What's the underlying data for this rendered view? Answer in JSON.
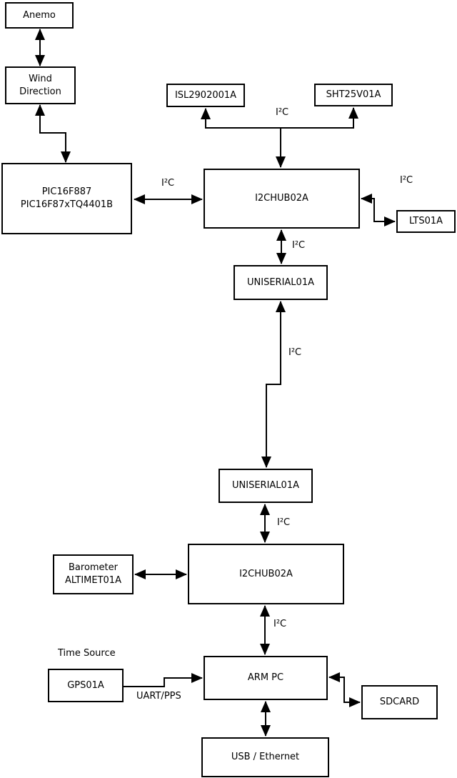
{
  "boxes": {
    "anemo": {
      "label": "Anemo"
    },
    "wind_direction": {
      "label": "Wind\nDirection"
    },
    "pic": {
      "label": "PIC16F887\nPIC16F87xTQ4401B"
    },
    "isl": {
      "label": "ISL2902001A"
    },
    "sht": {
      "label": "SHT25V01A"
    },
    "i2c_hub_top": {
      "label": "I2CHUB02A"
    },
    "lts": {
      "label": "LTS01A"
    },
    "uniserial_top": {
      "label": "UNISERIAL01A"
    },
    "uniserial_bottom": {
      "label": "UNISERIAL01A"
    },
    "barometer": {
      "label": "Barometer\nALTIMET01A"
    },
    "i2c_hub_bottom": {
      "label": "I2CHUB02A"
    },
    "arm_pc": {
      "label": "ARM PC"
    },
    "gps": {
      "label": "GPS01A"
    },
    "sdcard": {
      "label": "SDCARD"
    },
    "usb_ethernet": {
      "label": "USB / Ethernet"
    }
  },
  "labels": {
    "i2c": "I²C",
    "time_source": "Time Source",
    "uart_pps": "UART/PPS"
  },
  "colors": {
    "line": "#000000",
    "background": "#ffffff"
  }
}
